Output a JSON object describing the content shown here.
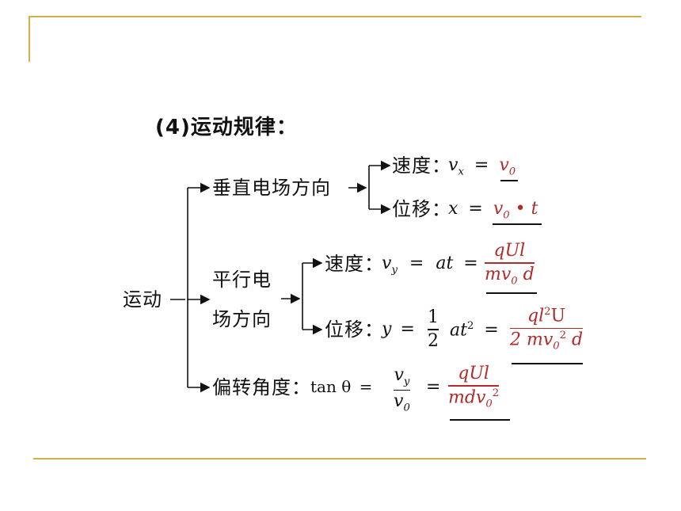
{
  "title": "(4)运动规律：",
  "root": "运动",
  "branches": {
    "perpendicular": {
      "label": "垂直电场方向",
      "velocity": {
        "label": "速度：",
        "lhs": "v",
        "lhs_sub": "x",
        "eq": "=",
        "answer": "v",
        "answer_sub": "0"
      },
      "displacement": {
        "label": "位移：",
        "lhs": "x",
        "eq": "=",
        "answer": "v",
        "answer_sub": "0",
        "answer_rest": " • t"
      }
    },
    "parallel": {
      "label_line1": "平行电",
      "label_line2": "场方向",
      "velocity": {
        "label": "速度：",
        "lhs": "v",
        "lhs_sub": "y",
        "eq1": "=",
        "mid": "at",
        "eq2": "=",
        "ans_num": "qUl",
        "ans_den": "mv",
        "ans_den_sub": "0",
        "ans_den_rest": " d"
      },
      "displacement": {
        "label": "位移：",
        "lhs": "y",
        "eq1": "=",
        "half_num": "1",
        "half_den": "2",
        "mid": "at",
        "mid_sup": "2",
        "eq2": "=",
        "ans_num_a": "ql",
        "ans_num_sup": "2",
        "ans_num_b": "U",
        "ans_den_a": "2 mv",
        "ans_den_sub": "0",
        "ans_den_sup": "2",
        "ans_den_b": " d"
      }
    },
    "deflection": {
      "label": "偏转角度：",
      "lhs": "tan θ",
      "eq1": "=",
      "ratio_num": "v",
      "ratio_num_sub": "y",
      "ratio_den": "v",
      "ratio_den_sub": "0",
      "eq2": "=",
      "ans_num": "qUl",
      "ans_den": "mdv",
      "ans_den_sub": "0",
      "ans_den_sup": "2"
    }
  },
  "colors": {
    "accent_line": "#d4b04a",
    "answer_red": "#b22a2a",
    "ink": "#111111"
  }
}
